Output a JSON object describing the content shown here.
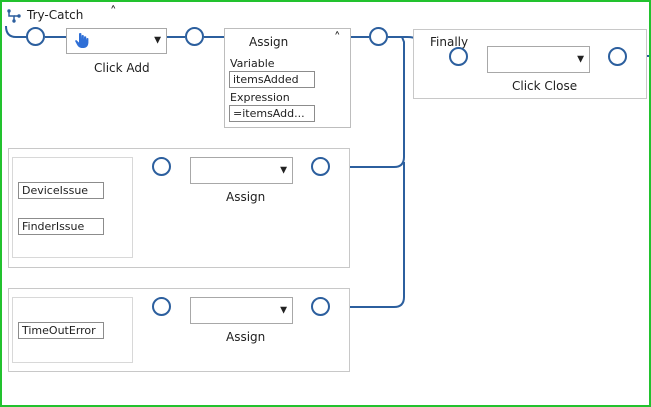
{
  "header": {
    "title": "Try-Catch",
    "collapse_icon": "chevron-up-icon",
    "workflow_icon": "flow-icon"
  },
  "try_block": {
    "click_add": {
      "label": "Click Add",
      "icon": "hand-pointer-icon"
    },
    "assign": {
      "title": "Assign",
      "variable_label": "Variable",
      "variable_value": "itemsAdded",
      "expression_label": "Expression",
      "expression_value": "=itemsAdd..."
    }
  },
  "finally_block": {
    "title": "Finally",
    "click_close": {
      "label": "Click Close"
    }
  },
  "catch_blocks": [
    {
      "exceptions": [
        "DeviceIssue",
        "FinderIssue"
      ],
      "action_label": "Assign"
    },
    {
      "exceptions": [
        "TimeOutError"
      ],
      "action_label": "Assign"
    }
  ],
  "colors": {
    "wire": "#2c5f9e",
    "border": "#22c22e",
    "box_border": "#c8c8c8"
  }
}
